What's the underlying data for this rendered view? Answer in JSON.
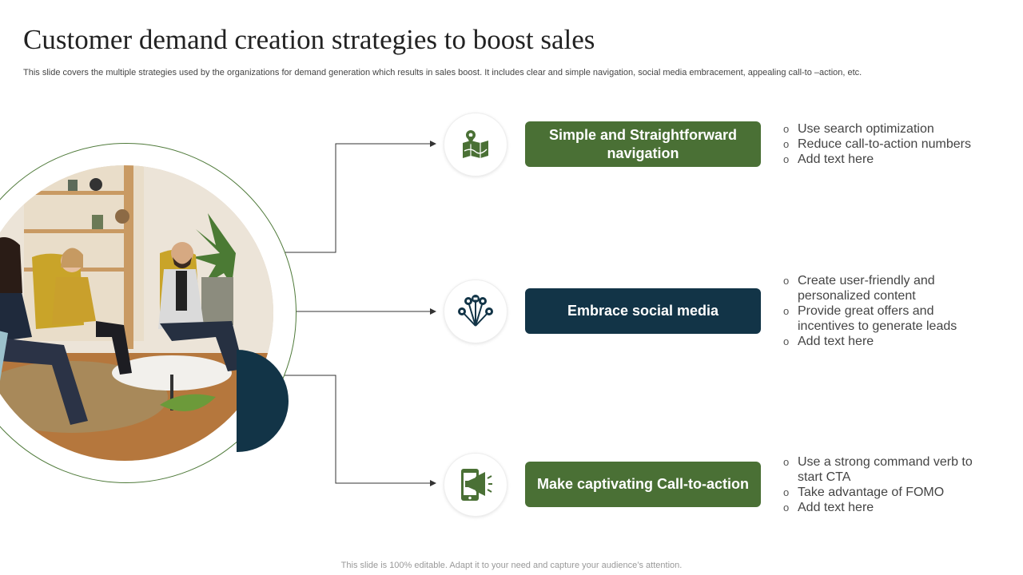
{
  "slide": {
    "title": "Customer demand creation strategies to boost sales",
    "subtitle": "This slide covers the multiple strategies used by the organizations  for demand generation which results in sales  boost. It includes clear and simple navigation, social media embracement, appealing call-to –action, etc.",
    "footer": "This slide is 100% editable. Adapt it to your need and capture your audience’s attention."
  },
  "colors": {
    "green": "#4a7035",
    "navy": "#123447",
    "ring": "#4f7a3a"
  },
  "strategies": [
    {
      "label": "Simple and Straightforward navigation",
      "icon": "map-pin-icon",
      "bullets": [
        "Use search optimization",
        "Reduce call-to-action numbers",
        "Add text here"
      ]
    },
    {
      "label": "Embrace social media",
      "icon": "social-network-icon",
      "bullets": [
        "Create user-friendly  and personalized content",
        "Provide great offers and incentives to generate leads",
        "Add text here"
      ]
    },
    {
      "label": "Make captivating Call-to-action",
      "icon": "phone-megaphone-icon",
      "bullets": [
        "Use a strong command verb to start  CTA",
        "Take advantage of FOMO",
        "Add text here"
      ]
    }
  ]
}
